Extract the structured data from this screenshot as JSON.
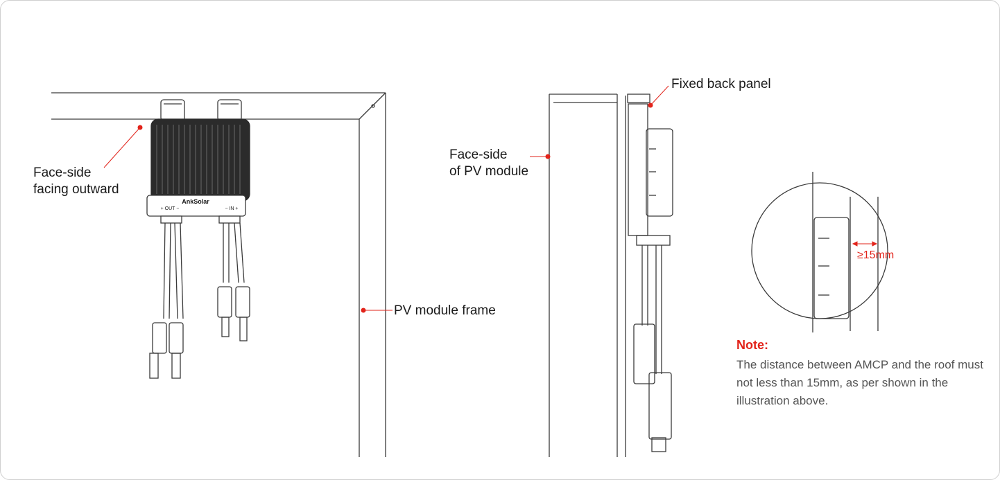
{
  "labels": {
    "face_side_outward_line1": "Face-side",
    "face_side_outward_line2": "facing outward",
    "pv_module_frame": "PV module frame",
    "fixed_back_panel": "Fixed back panel",
    "face_side_pv_line1": "Face-side",
    "face_side_pv_line2": "of PV module",
    "distance": "≥15mm"
  },
  "device": {
    "brand": "AnkSolar",
    "out_label": "+ OUT −",
    "in_label": "− IN +"
  },
  "note": {
    "title": "Note:",
    "body": "The distance between AMCP and the roof must not less than 15mm, as per shown in the illustration above."
  },
  "colors": {
    "accent": "#e2231a",
    "line": "#3a3a3a",
    "device_body": "#2b2b2b"
  }
}
